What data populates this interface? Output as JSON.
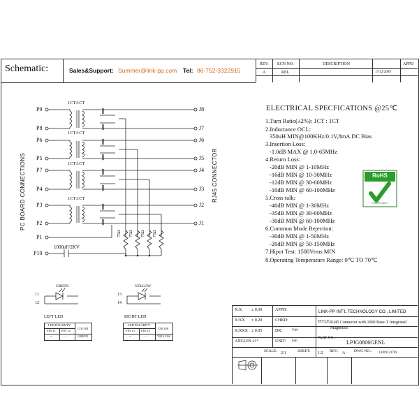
{
  "header": {
    "schematic_label": "Schematic:",
    "sales_label": "Sales&Support:",
    "email": "Summer@link-pp.com",
    "tel_label": "Tel:",
    "tel": "86-752-3322915",
    "accent_color": "#d2691e"
  },
  "revision_table": {
    "headers": [
      "REV.",
      "ECN NO.",
      "DESCRIPTION",
      "",
      "APPD"
    ],
    "row": [
      "A",
      "REL",
      "",
      "17/12/2009",
      ""
    ]
  },
  "specs": {
    "title": "ELECTRICAL SPECFICATIONS @25℃",
    "lines": [
      "1.Turn Ratio(±2%):   1CT : 1CT",
      "2.Inductance OCL:",
      "  350uH MIN@100KHz/0.1V,8mA DC Bias",
      "3.Insertion Loss:",
      "  -1.0dB MAX @ 1.0-65MHz",
      "4.Return Loss:",
      "  -20dB MIN @ 1-10MHz",
      "  -16dB MIN @ 10-30MHz",
      "  -12dB MIN @ 30-60MHz",
      "  -10dB MIN @ 60-100MHz",
      "5.Cross talk:",
      "  -40dB MIN @ 1-30MHz",
      "  -35dB MIN @ 30-60MHz",
      "  -30dB MIN @ 60-100MHz",
      "6.Common Mode Rejection:",
      "  -30dB MIN @ 1-50MHz",
      "  -20dB MIN @ 50-150MHz",
      "7.Hipot Test: 1500Vrms MIN",
      "8.Operating Temperature Range: 0℃ TO 70℃"
    ]
  },
  "rohs": {
    "label": "RoHS",
    "sub": "COMPLIANT"
  },
  "schematic": {
    "left_pins": [
      "P9",
      "P8",
      "P6",
      "P5",
      "P7",
      "P4",
      "P3",
      "P2",
      "P1",
      "P10"
    ],
    "right_pins": [
      "J8",
      "J7",
      "J6",
      "J5",
      "J4",
      "J3",
      "J2",
      "J1"
    ],
    "turns_labels": [
      "1CT:1CT",
      "1CT:1CT",
      "1CT:1CT",
      "1CT:1CT"
    ],
    "resistor_labels": [
      "75Ω",
      "75Ω",
      "75Ω",
      "75Ω"
    ],
    "capacitor_label": "1000pF/2KV",
    "left_side_label": "PC BOARD CONNECTIONS",
    "right_side_label": "RJ45 CONNECTOR"
  },
  "leds": {
    "left": {
      "color_name": "GREEN",
      "pins": [
        "11",
        "12"
      ],
      "caption": "LEFT LED",
      "table_headers": [
        "LED POLARITY",
        "COLOR"
      ],
      "pin_headers": [
        "PIN 11",
        "PIN 12"
      ],
      "values": [
        "+",
        "-",
        "GREEN"
      ]
    },
    "right": {
      "color_name": "YELLOW",
      "pins": [
        "13",
        "14"
      ],
      "caption": "RIGHT LED",
      "table_headers": [
        "LED POLARITY",
        "COLOR"
      ],
      "pin_headers": [
        "PIN 13",
        "PIN 14"
      ],
      "values": [
        "+",
        "-",
        "YELLOW"
      ]
    }
  },
  "title_block": {
    "tol_x": "X:X",
    "tol_x_val": "± 0.30",
    "tol_xx": "X:XX",
    "tol_xx_val": "± 0.20",
    "tol_xxx": "X:XXX",
    "tol_xxx_val": "± 0.05",
    "angles": "ANGLES ±1°",
    "appd_label": "APPD:",
    "chkd_label": "CHKD:",
    "dr_label": "DR:",
    "dr_value": "YM",
    "unit_label": "UNIT:",
    "unit_value": "mm",
    "company": "LINK-PP INT'L TECHNOLOGY CO., LIMITED",
    "title_label": "TITLE:",
    "title_value": "RJ45 Connector with 1000 Base-T Integrated Magnetics",
    "part_label": "PART NO.:",
    "part_value": "LPJG0806GENL",
    "scale_label": "SCALE:",
    "scale_value": "2/1",
    "sheet_label": "SHEET:",
    "sheet_value": "1/2",
    "rev_label": "REV:",
    "rev_value": "A",
    "dwg_label": "DWG NO.:",
    "dwg_value": "LP091217I0"
  }
}
